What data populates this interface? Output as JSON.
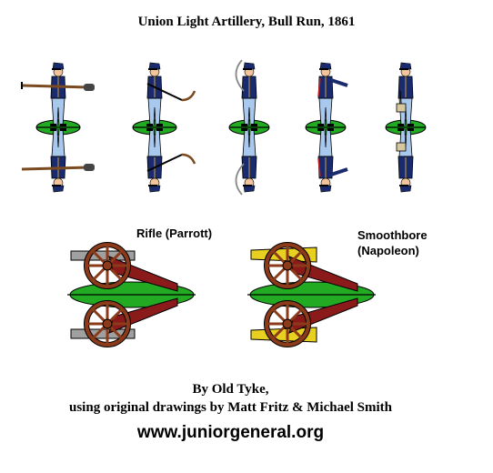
{
  "sheet": {
    "title": "Union Light Artillery, Bull Run, 1861",
    "figures": [
      {
        "name": "rammer",
        "tool": "rammer"
      },
      {
        "name": "spongeman",
        "tool": "sponge"
      },
      {
        "name": "officer",
        "tool": "sword"
      },
      {
        "name": "gunner-pointing",
        "tool": "none"
      },
      {
        "name": "ammo-carrier",
        "tool": "pouch"
      }
    ],
    "guns": [
      {
        "label": "Rifle (Parrott)",
        "barrel_color": "#a0a0a0"
      },
      {
        "label": "Smoothbore\n(Napoleon)",
        "barrel_color": "#e8d020"
      }
    ],
    "credit_line1": "By Old Tyke,",
    "credit_line2": "using original drawings by Matt Fritz & Michael Smith",
    "website": "www.juniorgeneral.org"
  },
  "colors": {
    "base_green": "#22aa22",
    "coat_blue": "#1a2a6e",
    "trouser_blue": "#a9c8ee",
    "carriage_red": "#8b1a1a",
    "wheel_brown": "#8b3a1a",
    "skin": "#f2c49b"
  }
}
